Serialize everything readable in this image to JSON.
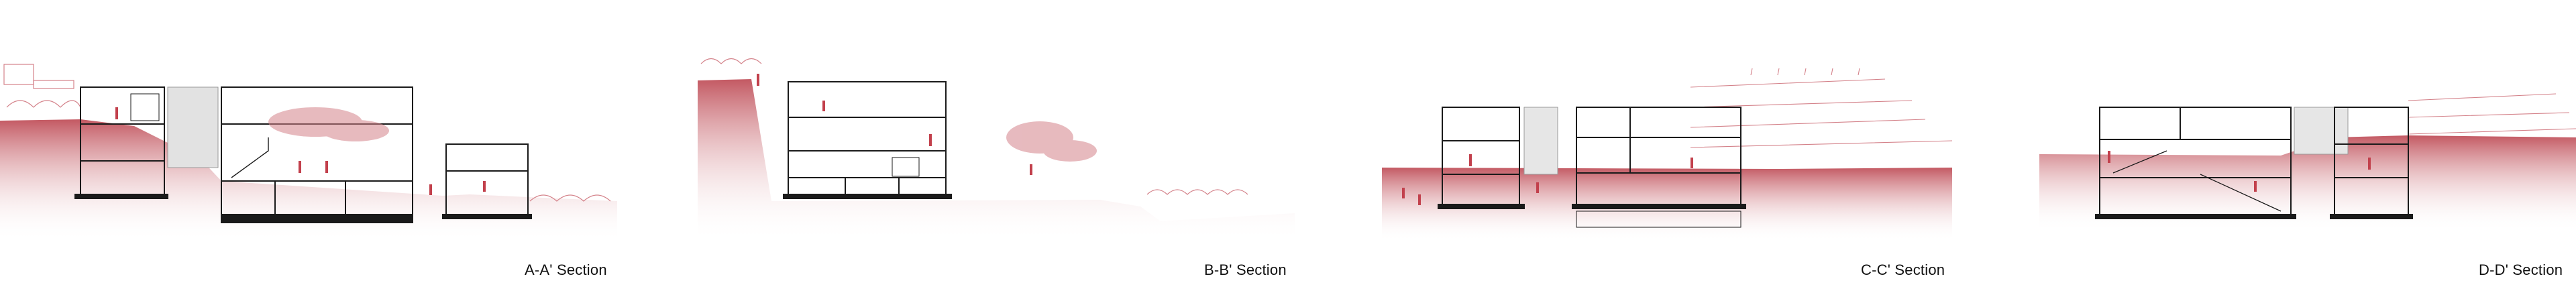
{
  "sections": [
    {
      "label": "A-A' Section"
    },
    {
      "label": "B-B' Section"
    },
    {
      "label": "C-C' Section"
    },
    {
      "label": "D-D' Section"
    }
  ],
  "colors": {
    "ground": "#c0505a",
    "ground_fade": "#ffffff",
    "line": "#1a1a1a",
    "figure": "#c2404c",
    "tree": "#d4828a"
  }
}
